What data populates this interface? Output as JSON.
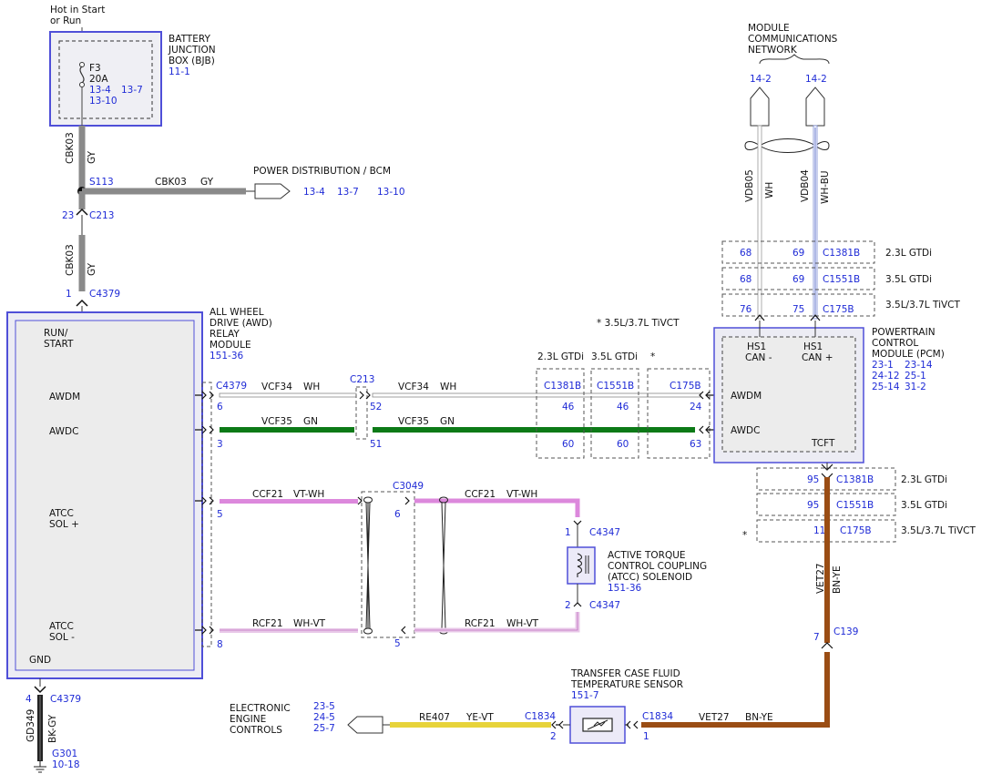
{
  "colors": {
    "module_border": "#4f4fd8",
    "ref_text": "#1f2bd6",
    "wire_gy": "#8a8a8a",
    "wire_gn": "#0c7a17",
    "wire_vt_wh": "#dc88dc",
    "wire_wh_vt": "#e8c8e8",
    "wire_bn_ye": "#9a4d14",
    "wire_ye_vt": "#e7d33a",
    "wire_wh_bu": "#7a8ad6",
    "wire_bk_gy": "#222222"
  },
  "bjb": {
    "hot_label_1": "Hot in Start",
    "hot_label_2": "or Run",
    "title_1": "BATTERY",
    "title_2": "JUNCTION",
    "title_3": "BOX (BJB)",
    "ref": "11-1",
    "fuse_id": "F3",
    "fuse_rating": "20A",
    "fuse_refs_1a": "13-4",
    "fuse_refs_1b": "13-7",
    "fuse_refs_2": "13-10",
    "fuse_icon": "fuse-icon"
  },
  "feed": {
    "wire1_circuit": "CBK03",
    "wire1_color": "GY",
    "splice": "S113",
    "branch_circuit": "CBK03",
    "branch_color": "GY",
    "power_dist_label": "POWER DISTRIBUTION / BCM",
    "power_dist_ref_1": "13-4",
    "power_dist_ref_2": "13-7",
    "power_dist_ref_3": "13-10",
    "c213_pin": "23",
    "c213_id": "C213",
    "wire2_circuit": "CBK03",
    "wire2_color": "GY",
    "c4379_pin": "1",
    "c4379_id": "C4379"
  },
  "awd": {
    "title_1": "ALL WHEEL",
    "title_2": "DRIVE (AWD)",
    "title_3": "RELAY",
    "title_4": "MODULE",
    "ref": "151-36",
    "run_start_1": "RUN/",
    "run_start_2": "START",
    "awdm": "AWDM",
    "awdc": "AWDC",
    "atcc_pos_1": "ATCC",
    "atcc_pos_2": "SOL +",
    "atcc_neg_1": "ATCC",
    "atcc_neg_2": "SOL -",
    "gnd": "GND"
  },
  "can": {
    "c4379_id": "C4379",
    "awdm_pin": "6",
    "awdc_pin": "3",
    "vcf34": "VCF34",
    "vcf34_color": "WH",
    "vcf35": "VCF35",
    "vcf35_color": "GN",
    "c213_id": "C213",
    "c213_awdm_pin": "52",
    "c213_awdc_pin": "51",
    "vcf34_b": "VCF34",
    "vcf34_b_color": "WH",
    "vcf35_b": "VCF35",
    "vcf35_b_color": "GN",
    "var_1": "2.3L GTDi",
    "var_2": "3.5L GTDi",
    "var_3": "*",
    "conn_1": "C1381B",
    "conn_2": "C1551B",
    "conn_3": "C175B",
    "awdm_p1": "46",
    "awdm_p2": "46",
    "awdm_p3": "24",
    "awdc_p1": "60",
    "awdc_p2": "60",
    "awdc_p3": "63",
    "footnote": "*  3.5L/3.7L TiVCT"
  },
  "pcm": {
    "title_1": "POWERTRAIN",
    "title_2": "CONTROL",
    "title_3": "MODULE (PCM)",
    "ref_1": "23-1",
    "ref_2": "23-14",
    "ref_3": "24-12",
    "ref_4": "25-1",
    "ref_5": "25-14",
    "ref_6": "31-2",
    "hs1_1": "HS1",
    "can_minus": "CAN -",
    "hs1_2": "HS1",
    "can_plus": "CAN +",
    "awdm": "AWDM",
    "awdc": "AWDC",
    "tcft": "TCFT"
  },
  "mcn": {
    "title_1": "MODULE",
    "title_2": "COMMUNICATIONS",
    "title_3": "NETWORK",
    "ref_a": "14-2",
    "ref_b": "14-2",
    "wire_a": "VDB05",
    "wire_a_color": "WH",
    "wire_b": "VDB04",
    "wire_b_color": "WH-BU",
    "row1_p1": "68",
    "row1_p2": "69",
    "row1_conn": "C1381B",
    "row1_var": "2.3L GTDi",
    "row2_p1": "68",
    "row2_p2": "69",
    "row2_conn": "C1551B",
    "row2_var": "3.5L GTDi",
    "row3_p1": "76",
    "row3_p2": "75",
    "row3_conn": "C175B",
    "row3_var": "3.5L/3.7L TiVCT"
  },
  "tcft": {
    "row1_pin": "95",
    "row1_conn": "C1381B",
    "row1_var": "2.3L GTDi",
    "row2_pin": "95",
    "row2_conn": "C1551B",
    "row2_var": "3.5L GTDi",
    "star": "*",
    "row3_pin": "11",
    "row3_conn": "C175B",
    "row3_var": "3.5L/3.7L TiVCT",
    "wire": "VET27",
    "wire_color": "BN-YE",
    "c139_pin": "7",
    "c139_id": "C139",
    "wire_b": "VET27",
    "wire_b_color": "BN-YE",
    "c1834_pin_a": "1",
    "c1834_id_a": "C1834",
    "c1834_pin_b": "2",
    "c1834_id_b": "C1834",
    "sensor_1": "TRANSFER CASE FLUID",
    "sensor_2": "TEMPERATURE SENSOR",
    "sensor_ref": "151-7",
    "re407": "RE407",
    "re407_color": "YE-VT",
    "eec_1": "ELECTRONIC",
    "eec_2": "ENGINE",
    "eec_3": "CONTROLS",
    "eec_ref_1": "23-5",
    "eec_ref_2": "24-5",
    "eec_ref_3": "25-7"
  },
  "atcc": {
    "ccf21": "CCF21",
    "ccf21_color": "VT-WH",
    "atcc_pos_pin": "5",
    "c3049_id": "C3049",
    "c3049_pos_pin": "6",
    "ccf21_b": "CCF21",
    "ccf21_b_color": "VT-WH",
    "c4347_pin_1": "1",
    "c4347_id_1": "C4347",
    "sol_1": "ACTIVE TORQUE",
    "sol_2": "CONTROL COUPLING",
    "sol_3": "(ATCC) SOLENOID",
    "sol_ref": "151-36",
    "c4347_pin_2": "2",
    "c4347_id_2": "C4347",
    "rcf21": "RCF21",
    "rcf21_color": "WH-VT",
    "atcc_neg_pin": "8",
    "c3049_neg_pin": "5",
    "rcf21_b": "RCF21",
    "rcf21_b_color": "WH-VT"
  },
  "ground": {
    "c4379_pin": "4",
    "c4379_id": "C4379",
    "wire": "GD349",
    "wire_color": "BK-GY",
    "ground_id": "G301",
    "ground_ref": "10-18"
  }
}
